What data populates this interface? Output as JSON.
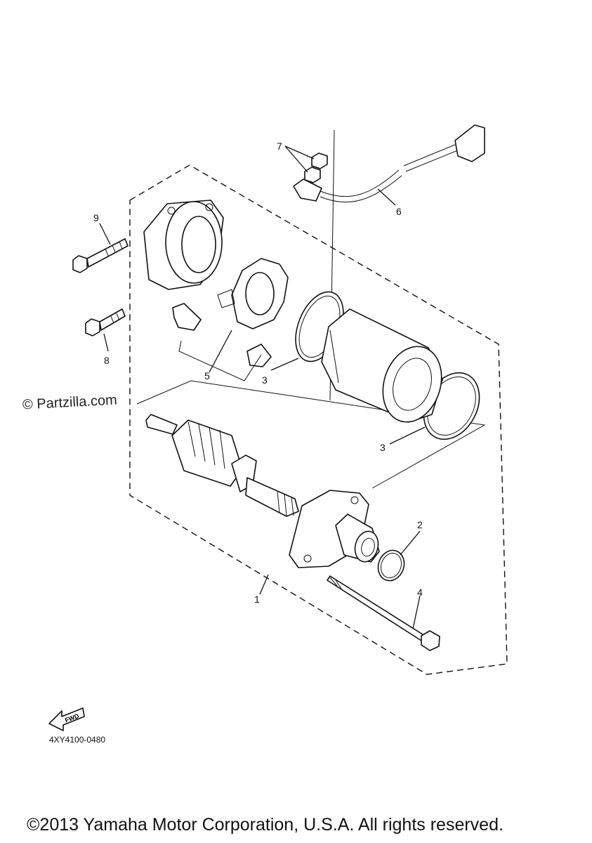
{
  "labels": {
    "p1": "1",
    "p2": "2",
    "p3a": "3",
    "p3b": "3",
    "p4": "4",
    "p5": "5",
    "p6": "6",
    "p7": "7",
    "p8": "8",
    "p9": "9"
  },
  "fwd_label": "FWD",
  "watermark": "© Partzilla.com",
  "diagram_code": "4XY4100-0480",
  "copyright": "©2013 Yamaha Motor Corporation, U.S.A. All rights reserved."
}
